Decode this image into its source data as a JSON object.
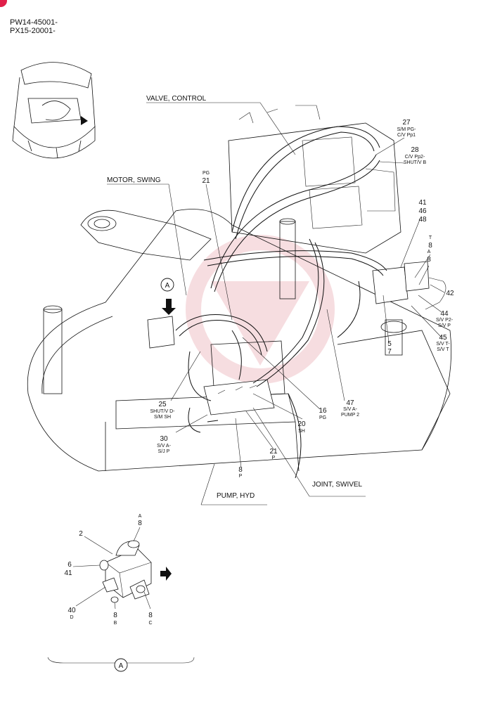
{
  "serials": [
    "PW14-45001-",
    "PX15-20001-"
  ],
  "callouts": {
    "valve_control": "VALVE, CONTROL",
    "motor_swing": "MOTOR, SWING",
    "pump_hyd": "PUMP, HYD",
    "joint_swivel": "JOINT, SWIVEL"
  },
  "parts": {
    "p27": "27",
    "p27_sub": "S/M PG-",
    "p27_sub2": "C/V Pp1",
    "p28": "28",
    "p28_sub": "C/V Pp2-",
    "p28_sub2": "SHUT/V B",
    "pg21_top": "PG",
    "pg21_num": "21",
    "p41": "41",
    "p46": "46",
    "p48": "48",
    "t8_top": "T",
    "t8_num": "8",
    "a8_top": "A",
    "a8_num": "8",
    "p42": "42",
    "p44": "44",
    "p44_sub": "S/V P2-",
    "p44_sub2": "S/V P",
    "p45": "45",
    "p45_sub": "S/V T-",
    "p45_sub2": "S/V T",
    "p5": "5",
    "p7": "7",
    "p47": "47",
    "p47_sub": "S/V A-",
    "p47_sub2": "PUMP 2",
    "p16": "16",
    "p16_sub": "PG",
    "p25": "25",
    "p25_sub": "SHUT/V D-",
    "p25_sub2": "S/M SH",
    "p20": "20",
    "p20_sub": "SH",
    "p30": "30",
    "p30_sub": "S/V A-",
    "p30_sub2": "S/J P",
    "p21p": "21",
    "p21p_sub": "P",
    "p8p": "8",
    "p8p_sub": "P"
  },
  "view_a_marker": "A",
  "detail": {
    "a8_top": "A",
    "a8_num": "8",
    "p2": "2",
    "p6": "6",
    "p41": "41",
    "p40": "40",
    "p40_sub": "D",
    "p8b": "8",
    "p8b_sub": "B",
    "p8c": "8",
    "p8c_sub": "C",
    "view_label": "A"
  },
  "colors": {
    "line": "#111111",
    "watermark": "#e8a0a8",
    "corner_mark": "#e0204a"
  }
}
